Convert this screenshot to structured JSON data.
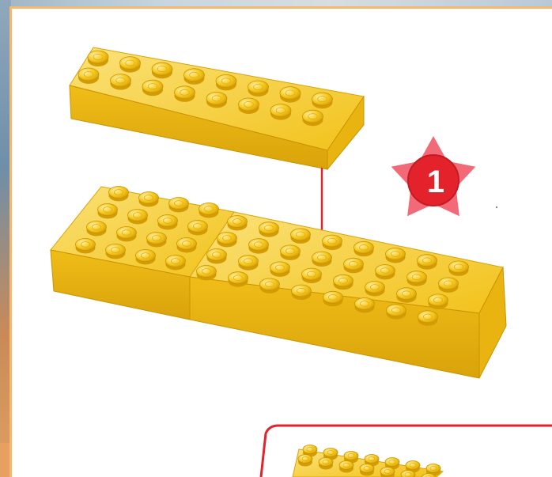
{
  "step": {
    "number": "1",
    "badge_color": "#e3222c",
    "star_color": "#f26a78"
  },
  "colors": {
    "brick_top": "#f7cf24",
    "brick_side": "#e8b40f",
    "brick_shadow": "#c99400",
    "arrow": "#e3222c",
    "callout_border": "#e3222c"
  },
  "icons": [
    "yellow-brick-2x8",
    "yellow-brick-base",
    "down-arrow",
    "step-star"
  ]
}
